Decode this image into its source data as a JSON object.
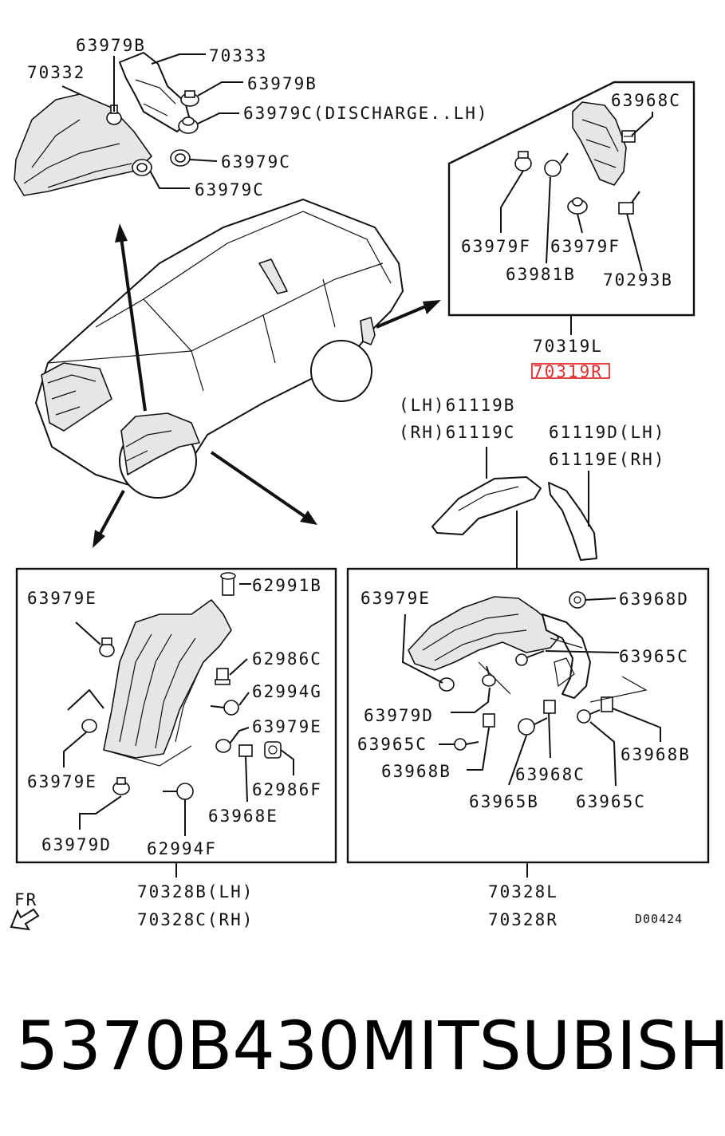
{
  "labels": {
    "l_63979B_top": "63979B",
    "l_70333": "70333",
    "l_70332": "70332",
    "l_63979B_mid": "63979B",
    "l_63979C_discharge": "63979C(DISCHARGE..LH)",
    "l_63979C_a": "63979C",
    "l_63979C_b": "63979C",
    "l_63968C_tr": "63968C",
    "l_63979F_a": "63979F",
    "l_63979F_b": "63979F",
    "l_63981B": "63981B",
    "l_70293B": "70293B",
    "l_70319L": "70319L",
    "l_70319R": "70319R",
    "l_61119B": "(LH)61119B",
    "l_61119C": "(RH)61119C",
    "l_61119D": "61119D(LH)",
    "l_61119E": "61119E(RH)",
    "l_62991B": "62991B",
    "l_63979E_bl1": "63979E",
    "l_62986C": "62986C",
    "l_62994G": "62994G",
    "l_63979E_bl2": "63979E",
    "l_63979E_bl3": "63979E",
    "l_62986F": "62986F",
    "l_63968E": "63968E",
    "l_63979D_bl": "63979D",
    "l_62994F": "62994F",
    "l_70328B": "70328B(LH)",
    "l_70328C": "70328C(RH)",
    "l_63979E_br": "63979E",
    "l_63968D": "63968D",
    "l_63965C_a": "63965C",
    "l_63979D_br": "63979D",
    "l_63965C_b": "63965C",
    "l_63968B_a": "63968B",
    "l_63968B_b": "63968B",
    "l_63968C_br": "63968C",
    "l_63965B": "63965B",
    "l_63965C_c": "63965C",
    "l_70328L": "70328L",
    "l_70328R": "70328R",
    "fr": "FR",
    "code": "D00424"
  },
  "footer": {
    "part_number": "5370B430",
    "brand": "MITSUBISHI"
  },
  "colors": {
    "highlight": "#e03030",
    "ink": "#111111"
  }
}
